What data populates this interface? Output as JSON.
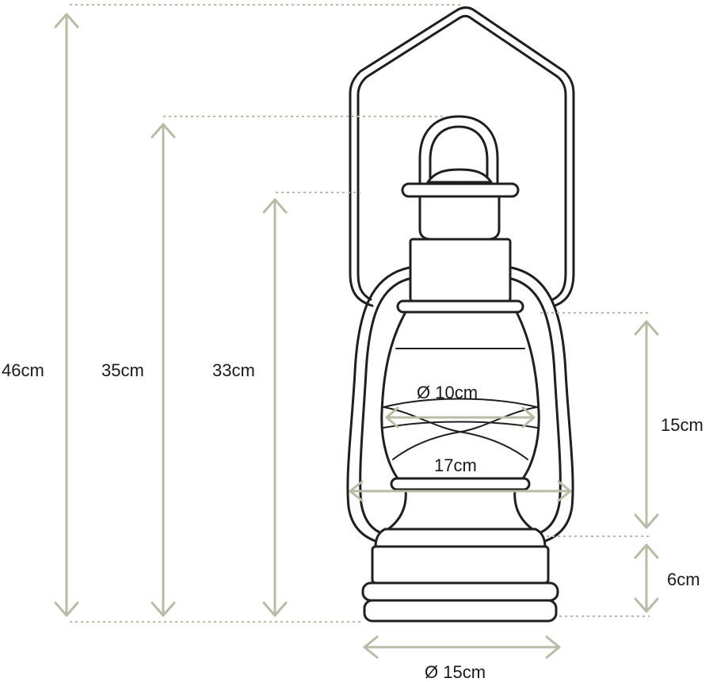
{
  "dimensions": {
    "total_height": "46cm",
    "height_without_hanger": "35cm",
    "body_height": "33cm",
    "glass_height": "15cm",
    "base_height": "6cm",
    "glass_diameter": "Ø 10cm",
    "width": "17cm",
    "base_diameter": "Ø 15cm"
  },
  "colors": {
    "dimension_lines": "#b8bca6",
    "outline": "#1f1f1f"
  }
}
